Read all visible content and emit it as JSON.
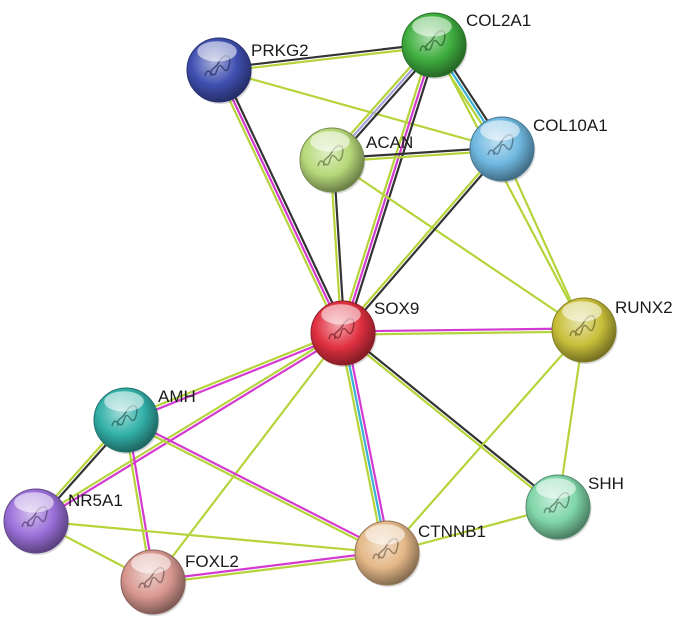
{
  "nodes": [
    {
      "id": "SOX9",
      "label": "SOX9",
      "color": "#e03040",
      "icon": "protein-structure-icon"
    },
    {
      "id": "COL2A1",
      "label": "COL2A1",
      "color": "#3fae3f",
      "icon": "protein-structure-icon"
    },
    {
      "id": "PRKG2",
      "label": "PRKG2",
      "color": "#3f4fb0",
      "icon": "protein-structure-icon"
    },
    {
      "id": "ACAN",
      "label": "ACAN",
      "color": "#b7d97a",
      "icon": "protein-structure-icon"
    },
    {
      "id": "COL10A1",
      "label": "COL10A1",
      "color": "#6fb8e0",
      "icon": "protein-structure-icon"
    },
    {
      "id": "RUNX2",
      "label": "RUNX2",
      "color": "#c8bf3a",
      "icon": "protein-structure-icon"
    },
    {
      "id": "AMH",
      "label": "AMH",
      "color": "#32b0a8",
      "icon": "protein-structure-icon"
    },
    {
      "id": "NR5A1",
      "label": "NR5A1",
      "color": "#9a6fd8",
      "icon": "protein-structure-icon"
    },
    {
      "id": "FOXL2",
      "label": "FOXL2",
      "color": "#d89890",
      "icon": "protein-structure-icon"
    },
    {
      "id": "CTNNB1",
      "label": "CTNNB1",
      "color": "#e4b888",
      "icon": "protein-structure-icon"
    },
    {
      "id": "SHH",
      "label": "SHH",
      "color": "#7fd6a8",
      "icon": "protein-structure-icon"
    }
  ],
  "edges": [
    {
      "from": "PRKG2",
      "to": "COL2A1",
      "colors": [
        "#333333",
        "#b5d43a"
      ]
    },
    {
      "from": "PRKG2",
      "to": "SOX9",
      "colors": [
        "#333333",
        "#d43ad0",
        "#b5d43a"
      ]
    },
    {
      "from": "PRKG2",
      "to": "COL10A1",
      "colors": [
        "#b5d43a"
      ]
    },
    {
      "from": "COL2A1",
      "to": "COL10A1",
      "colors": [
        "#333333",
        "#3ab0d4",
        "#b5d43a"
      ]
    },
    {
      "from": "COL2A1",
      "to": "ACAN",
      "colors": [
        "#333333",
        "#a7a0e0",
        "#b5d43a"
      ]
    },
    {
      "from": "COL2A1",
      "to": "SOX9",
      "colors": [
        "#333333",
        "#d43ad0",
        "#b5d43a"
      ]
    },
    {
      "from": "COL2A1",
      "to": "RUNX2",
      "colors": [
        "#b5d43a"
      ]
    },
    {
      "from": "ACAN",
      "to": "COL10A1",
      "colors": [
        "#333333",
        "#b5d43a"
      ]
    },
    {
      "from": "ACAN",
      "to": "SOX9",
      "colors": [
        "#333333",
        "#b5d43a"
      ]
    },
    {
      "from": "ACAN",
      "to": "RUNX2",
      "colors": [
        "#b5d43a"
      ]
    },
    {
      "from": "COL10A1",
      "to": "SOX9",
      "colors": [
        "#333333",
        "#b5d43a"
      ]
    },
    {
      "from": "COL10A1",
      "to": "RUNX2",
      "colors": [
        "#b5d43a"
      ]
    },
    {
      "from": "SOX9",
      "to": "RUNX2",
      "colors": [
        "#d43ad0",
        "#b5d43a"
      ]
    },
    {
      "from": "SOX9",
      "to": "SHH",
      "colors": [
        "#333333",
        "#b5d43a"
      ]
    },
    {
      "from": "SOX9",
      "to": "CTNNB1",
      "colors": [
        "#d43ad0",
        "#3ab0d4",
        "#b5d43a"
      ]
    },
    {
      "from": "SOX9",
      "to": "AMH",
      "colors": [
        "#d43ad0",
        "#b5d43a"
      ]
    },
    {
      "from": "SOX9",
      "to": "NR5A1",
      "colors": [
        "#d43ad0",
        "#b5d43a"
      ]
    },
    {
      "from": "SOX9",
      "to": "FOXL2",
      "colors": [
        "#b5d43a"
      ]
    },
    {
      "from": "RUNX2",
      "to": "CTNNB1",
      "colors": [
        "#b5d43a"
      ]
    },
    {
      "from": "RUNX2",
      "to": "SHH",
      "colors": [
        "#b5d43a"
      ]
    },
    {
      "from": "CTNNB1",
      "to": "SHH",
      "colors": [
        "#b5d43a"
      ]
    },
    {
      "from": "AMH",
      "to": "NR5A1",
      "colors": [
        "#333333",
        "#b5d43a"
      ]
    },
    {
      "from": "AMH",
      "to": "FOXL2",
      "colors": [
        "#d43ad0",
        "#b5d43a"
      ]
    },
    {
      "from": "AMH",
      "to": "CTNNB1",
      "colors": [
        "#d43ad0",
        "#b5d43a"
      ]
    },
    {
      "from": "NR5A1",
      "to": "FOXL2",
      "colors": [
        "#b5d43a"
      ]
    },
    {
      "from": "NR5A1",
      "to": "CTNNB1",
      "colors": [
        "#b5d43a"
      ]
    },
    {
      "from": "FOXL2",
      "to": "CTNNB1",
      "colors": [
        "#d43ad0",
        "#b5d43a"
      ]
    }
  ]
}
